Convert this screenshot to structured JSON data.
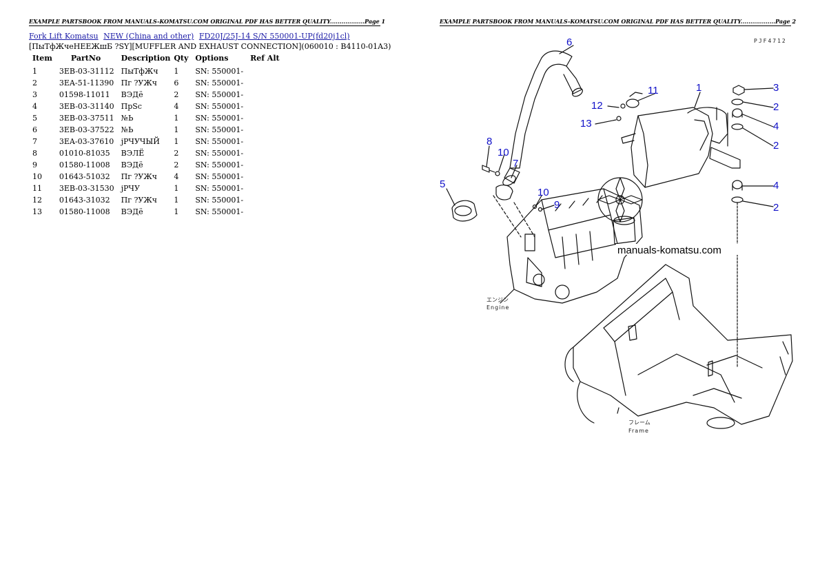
{
  "header": {
    "page1": "EXAMPLE PARTSBOOK FROM MANUALS-KOMATSU.COM ORIGINAL PDF HAS BETTER QUALITY..................Page 1",
    "page2": "EXAMPLE PARTSBOOK FROM MANUALS-KOMATSU.COM ORIGINAL PDF HAS BETTER QUALITY..................Page 2"
  },
  "breadcrumb": {
    "link1": "Fork Lift Komatsu",
    "link2": "NEW (China and other)",
    "link3": "FD20J/25J-14 S/N 550001-UP(fd20j1cl)"
  },
  "subtitle": "[ПыТфЖчеНЕЕЖшБ ?SY][MUFFLER AND EXHAUST CONNECTION](060010 : B4110-01A3)",
  "table": {
    "headers": [
      "Item",
      "PartNo",
      "Description",
      "Qty",
      "Options",
      "Ref Alt"
    ],
    "rows": [
      [
        "1",
        "3EB-03-31112",
        "ПыТфЖч",
        "1",
        "SN: 550001-",
        ""
      ],
      [
        "2",
        "3EA-51-11390",
        "Пг ?УЖч",
        "6",
        "SN: 550001-",
        ""
      ],
      [
        "3",
        "01598-11011",
        "ВЭДё",
        "2",
        "SN: 550001-",
        ""
      ],
      [
        "4",
        "3EB-03-31140",
        "ПрSc",
        "4",
        "SN: 550001-",
        ""
      ],
      [
        "5",
        "3EB-03-37511",
        "№Ь",
        "1",
        "SN: 550001-",
        ""
      ],
      [
        "6",
        "3EB-03-37522",
        "№Ь",
        "1",
        "SN: 550001-",
        ""
      ],
      [
        "7",
        "3EA-03-37610",
        "jРЧУЧЫЙ",
        "1",
        "SN: 550001-",
        ""
      ],
      [
        "8",
        "01010-81035",
        "ВЭЛЁ",
        "2",
        "SN: 550001-",
        ""
      ],
      [
        "9",
        "01580-11008",
        "ВЭДё",
        "2",
        "SN: 550001-",
        ""
      ],
      [
        "10",
        "01643-51032",
        "Пг ?УЖч",
        "4",
        "SN: 550001-",
        ""
      ],
      [
        "11",
        "3EB-03-31530",
        "jРЧУ",
        "1",
        "SN: 550001-",
        ""
      ],
      [
        "12",
        "01643-31032",
        "Пг ?УЖч",
        "1",
        "SN: 550001-",
        ""
      ],
      [
        "13",
        "01580-11008",
        "ВЭДё",
        "1",
        "SN: 550001-",
        ""
      ]
    ]
  },
  "diagram": {
    "code": "PJF4712",
    "watermark": "manuals-komatsu.com",
    "engine_jp": "エンジン",
    "engine_en": "Engine",
    "frame_jp": "フレーム",
    "frame_en": "Frame",
    "callouts": {
      "c6": "6",
      "c11": "11",
      "c1": "1",
      "c3": "3",
      "c2a": "2",
      "c12": "12",
      "c4a": "4",
      "c13": "13",
      "c2b": "2",
      "c8": "8",
      "c10a": "10",
      "c7": "7",
      "c5": "5",
      "c4b": "4",
      "c10b": "10",
      "c9": "9",
      "c2c": "2"
    },
    "accent_color": "#1010c8"
  }
}
